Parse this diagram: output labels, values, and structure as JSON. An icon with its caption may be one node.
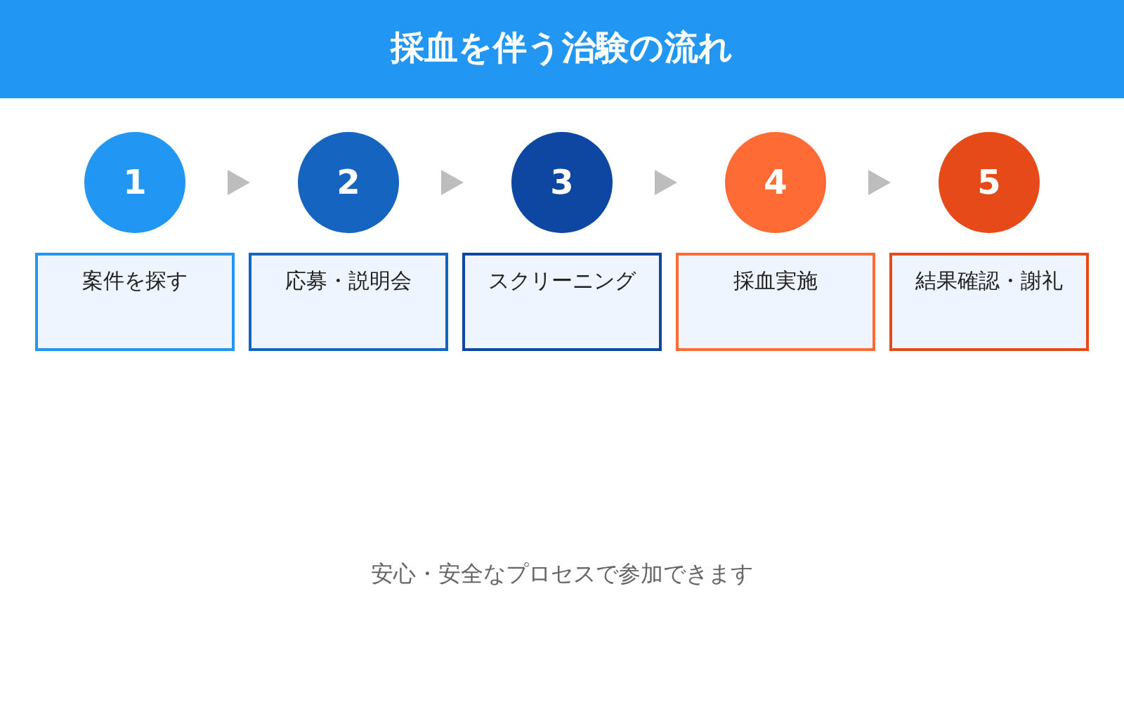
{
  "diagram": {
    "title": "採血を伴う治験の流れ",
    "nodes": [
      {
        "text": [
          "1"
        ]
      },
      {
        "text": [
          "2"
        ]
      },
      {
        "text": [
          "3"
        ]
      },
      {
        "text": [
          "4"
        ]
      },
      {
        "text": [
          "5"
        ]
      },
      {
        "text": [
          "案件を探す"
        ]
      },
      {
        "text": [
          "応募・説明会"
        ]
      },
      {
        "text": [
          "スクリーニング"
        ]
      },
      {
        "text": [
          "採血実施"
        ]
      },
      {
        "text": [
          "結果確認・謝礼"
        ]
      }
    ],
    "edges": [
      {
        "from": 0,
        "to": 1,
        "arrow": "to"
      },
      {
        "from": 1,
        "to": 2,
        "arrow": "to"
      },
      {
        "from": 2,
        "to": 3,
        "arrow": "to"
      },
      {
        "from": 3,
        "to": 4,
        "arrow": "to"
      }
    ],
    "labels": [
      "安心・安全なプロセスで参加できます"
    ]
  }
}
